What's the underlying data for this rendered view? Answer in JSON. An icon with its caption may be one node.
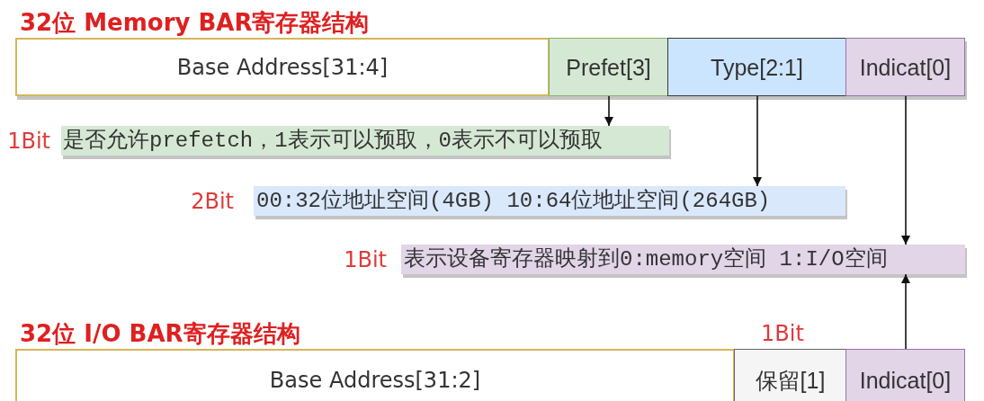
{
  "diagram": {
    "nodes": [
      {
        "text": [
          "Base Address[31:4]"
        ]
      },
      {
        "text": [
          "Prefet[3]"
        ]
      },
      {
        "text": [
          "Type[2:1]"
        ]
      },
      {
        "text": [
          "Indicat[0]"
        ]
      },
      {
        "text": [
          "是否允许prefetch，1表示可以预取，0表示不可以预取"
        ],
        "beside": [
          "1Bit"
        ]
      },
      {
        "text": [
          "00:32位地址空间(4GB) 10:64位地址空间(264GB)"
        ],
        "beside": [
          "2Bit"
        ]
      },
      {
        "text": [
          "表示设备寄存器映射到0:memory空间 1:I/O空间"
        ],
        "beside": [
          "1Bit"
        ]
      },
      {
        "text": [
          "Base Address[31:2]"
        ]
      },
      {
        "text": [
          "保留[1]"
        ],
        "beside": [
          "1Bit"
        ]
      },
      {
        "text": [
          "Indicat[0]"
        ]
      }
    ],
    "edges": [
      {
        "from": 1,
        "to": 4,
        "arrow": "to"
      },
      {
        "from": 2,
        "to": 5,
        "arrow": "to"
      },
      {
        "from": 3,
        "to": 6,
        "arrow": "to"
      },
      {
        "from": 9,
        "to": 6,
        "arrow": "to"
      }
    ],
    "labels": [
      "32位 Memory BAR寄存器结构",
      "32位 I/O BAR寄存器结构"
    ]
  }
}
